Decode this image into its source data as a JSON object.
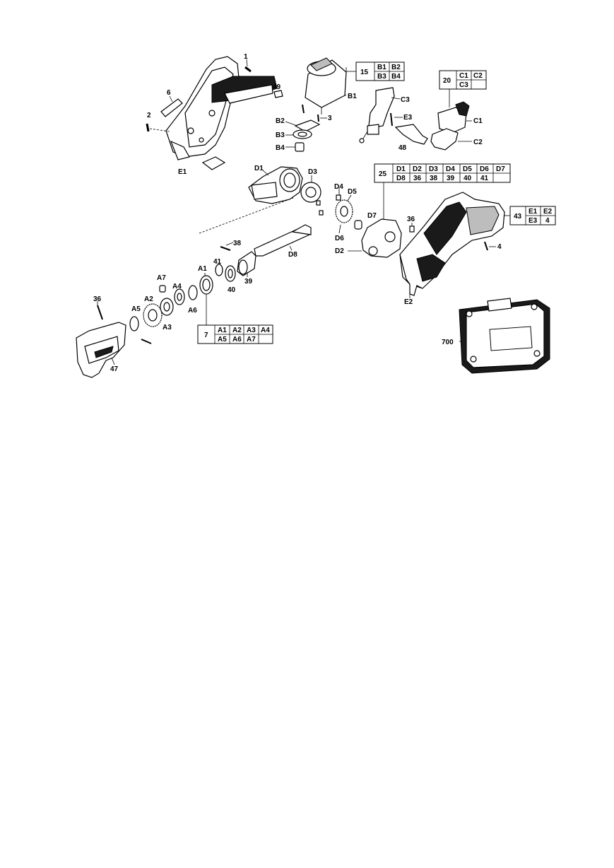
{
  "labels": {
    "l1": "1",
    "l2": "2",
    "l3": "3",
    "l4": "4",
    "l6": "6",
    "l36a": "36",
    "l36b": "36",
    "l38": "38",
    "l39": "39",
    "l40": "40",
    "l41": "41",
    "l47": "47",
    "l48": "48",
    "l49": "49",
    "l700": "700",
    "E1": "E1",
    "E2": "E2",
    "E3": "E3",
    "B1": "B1",
    "B2": "B2",
    "B3": "B3",
    "B4": "B4",
    "C1": "C1",
    "C2": "C2",
    "C3": "C3",
    "D1": "D1",
    "D2": "D2",
    "D3": "D3",
    "D4": "D4",
    "D5": "D5",
    "D6": "D6",
    "D7": "D7",
    "D8": "D8",
    "A1": "A1",
    "A2": "A2",
    "A3": "A3",
    "A4": "A4",
    "A5": "A5",
    "A6": "A6",
    "A7": "A7"
  },
  "kits": {
    "k15": {
      "number": "15",
      "cells": [
        "B1",
        "B2",
        "B3",
        "B4"
      ]
    },
    "k20": {
      "number": "20",
      "cells": [
        "C1",
        "C2",
        "C3",
        ""
      ]
    },
    "k25": {
      "number": "25",
      "cells": [
        "D1",
        "D2",
        "D3",
        "D4",
        "D5",
        "D6",
        "D7",
        "D8",
        "36",
        "38",
        "39",
        "40",
        "41",
        ""
      ]
    },
    "k43": {
      "number": "43",
      "cells": [
        "E1",
        "E2",
        "E3",
        "4"
      ]
    },
    "k7": {
      "number": "7",
      "cells": [
        "A1",
        "A2",
        "A3",
        "A4",
        "A5",
        "A6",
        "A7",
        ""
      ]
    }
  }
}
